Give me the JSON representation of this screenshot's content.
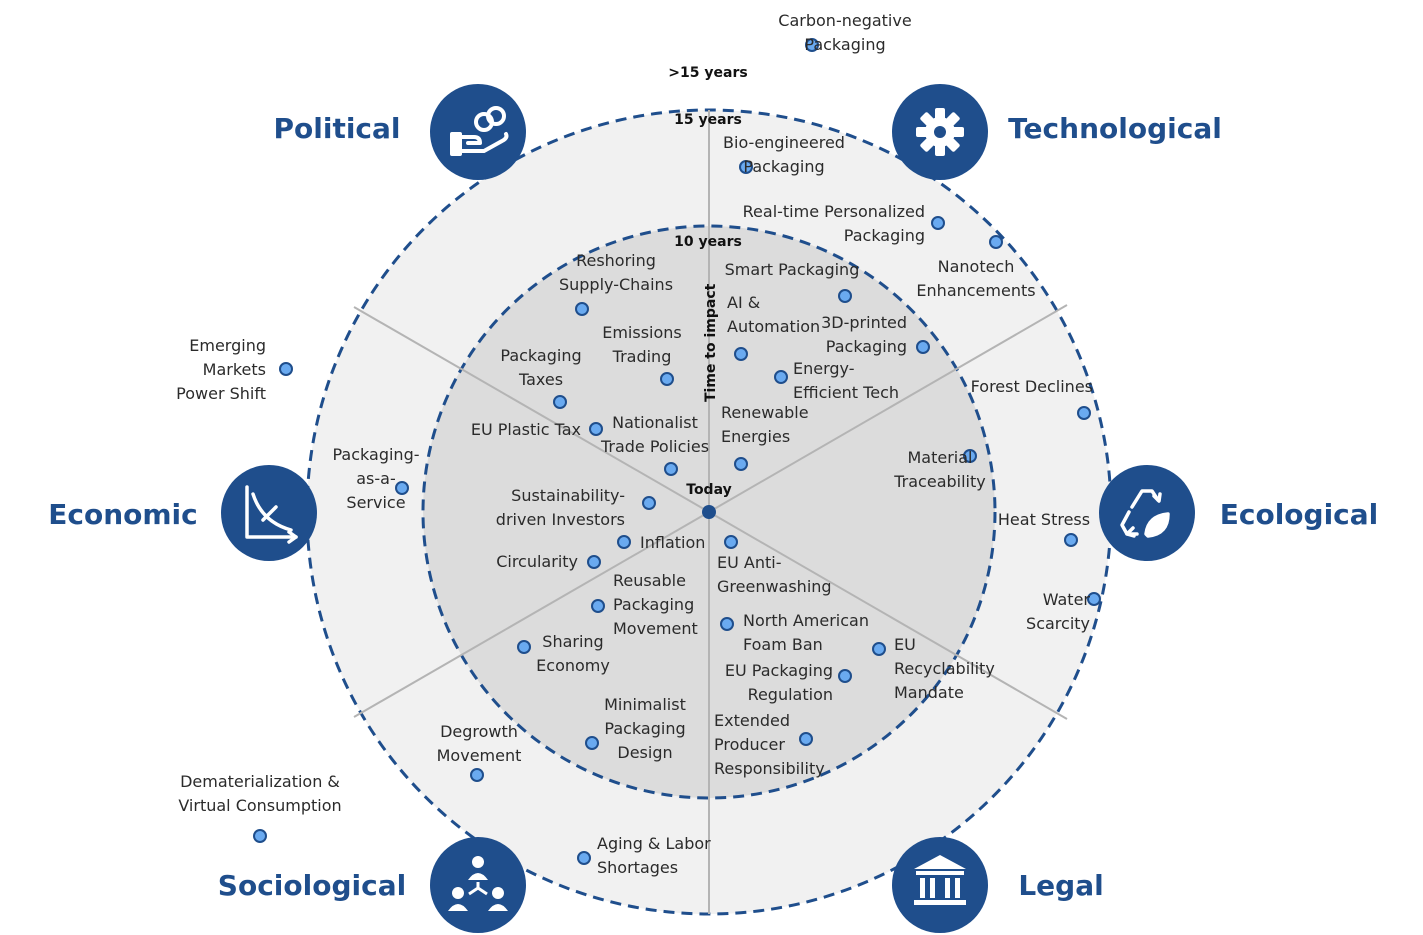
{
  "categories": {
    "political": "Political",
    "technological": "Technological",
    "economic": "Economic",
    "ecological": "Ecological",
    "sociological": "Sociological",
    "legal": "Legal"
  },
  "rings": {
    "beyond": ">15 years",
    "fifteen": "15 years",
    "ten": "10 years",
    "today": "Today"
  },
  "axis_label": "Time to impact",
  "trends": [
    {
      "lines": [
        "Carbon-negative",
        "Packaging"
      ]
    },
    {
      "lines": [
        "Bio-engineered",
        "Packaging"
      ]
    },
    {
      "lines": [
        "Real-time Personalized",
        "Packaging"
      ]
    },
    {
      "lines": [
        "Nanotech",
        "Enhancements"
      ]
    },
    {
      "lines": [
        "Smart Packaging"
      ]
    },
    {
      "lines": [
        "AI &",
        "Automation"
      ]
    },
    {
      "lines": [
        "3D-printed",
        "Packaging"
      ]
    },
    {
      "lines": [
        "Energy-",
        "Efficient Tech"
      ]
    },
    {
      "lines": [
        "Renewable",
        "Energies"
      ]
    },
    {
      "lines": [
        "Reshoring",
        "Supply-Chains"
      ]
    },
    {
      "lines": [
        "Emissions",
        "Trading"
      ]
    },
    {
      "lines": [
        "Packaging",
        "Taxes"
      ]
    },
    {
      "lines": [
        "EU Plastic Tax"
      ]
    },
    {
      "lines": [
        "Nationalist",
        "Trade Policies"
      ]
    },
    {
      "lines": [
        "Emerging",
        "Markets",
        "Power Shift"
      ]
    },
    {
      "lines": [
        "Packaging-",
        "as-a-",
        "Service"
      ]
    },
    {
      "lines": [
        "Sustainability-",
        "driven Investors"
      ]
    },
    {
      "lines": [
        "Inflation"
      ]
    },
    {
      "lines": [
        "Circularity"
      ]
    },
    {
      "lines": [
        "Forest Declines"
      ]
    },
    {
      "lines": [
        "Material",
        "Traceability"
      ]
    },
    {
      "lines": [
        "Heat Stress"
      ]
    },
    {
      "lines": [
        "Water",
        "Scarcity"
      ]
    },
    {
      "lines": [
        "EU Anti-",
        "Greenwashing"
      ]
    },
    {
      "lines": [
        "Reusable",
        "Packaging",
        "Movement"
      ]
    },
    {
      "lines": [
        "Sharing",
        "Economy"
      ]
    },
    {
      "lines": [
        "North American",
        "Foam Ban"
      ]
    },
    {
      "lines": [
        "EU",
        "Recyclability",
        "Mandate"
      ]
    },
    {
      "lines": [
        "EU Packaging",
        "Regulation"
      ]
    },
    {
      "lines": [
        "Minimalist",
        "Packaging",
        "Design"
      ]
    },
    {
      "lines": [
        "Extended",
        "Producer",
        "Responsibility"
      ]
    },
    {
      "lines": [
        "Degrowth",
        "Movement"
      ]
    },
    {
      "lines": [
        "Dematerialization &",
        "Virtual Consumption"
      ]
    },
    {
      "lines": [
        "Aging & Labor",
        "Shortages"
      ]
    }
  ],
  "colors": {
    "brand": "#1f4e8c",
    "dot_fill": "#6aaaf0",
    "outer_zone": "#f1f1f1",
    "inner_zone": "#dcdcdc"
  },
  "icons": {
    "political": "hand-coins-icon",
    "technological": "gear-icon",
    "economic": "chart-decline-icon",
    "ecological": "recycle-leaf-icon",
    "sociological": "people-network-icon",
    "legal": "courthouse-icon"
  }
}
